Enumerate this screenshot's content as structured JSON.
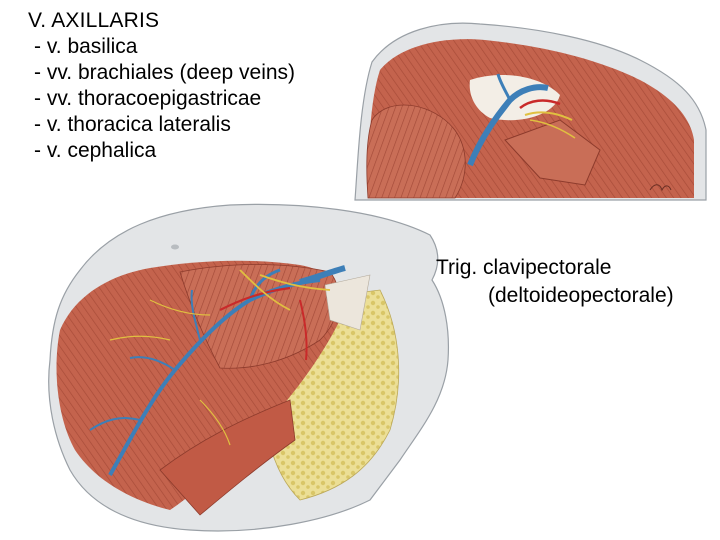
{
  "title": "V. AXILLARIS",
  "veins": [
    "v. basilica",
    "vv. brachiales (deep veins)",
    "vv. thoracoepigastricae",
    "v. thoracica lateralis",
    "v. cephalica"
  ],
  "caption": {
    "line1": "Trig. clavipectorale",
    "line2": "(deltoideopectorale)"
  },
  "images": [
    {
      "name": "anatomy-illustration-shoulder"
    },
    {
      "name": "anatomy-illustration-thorax"
    }
  ],
  "colors": {
    "muscle": "#c4634d",
    "muscle_dark": "#9a3f2f",
    "skin": "#e4e6e8",
    "vein": "#3d7fb8",
    "artery": "#c92a2a",
    "nerve": "#e0c040",
    "fat": "#e8d98a"
  }
}
